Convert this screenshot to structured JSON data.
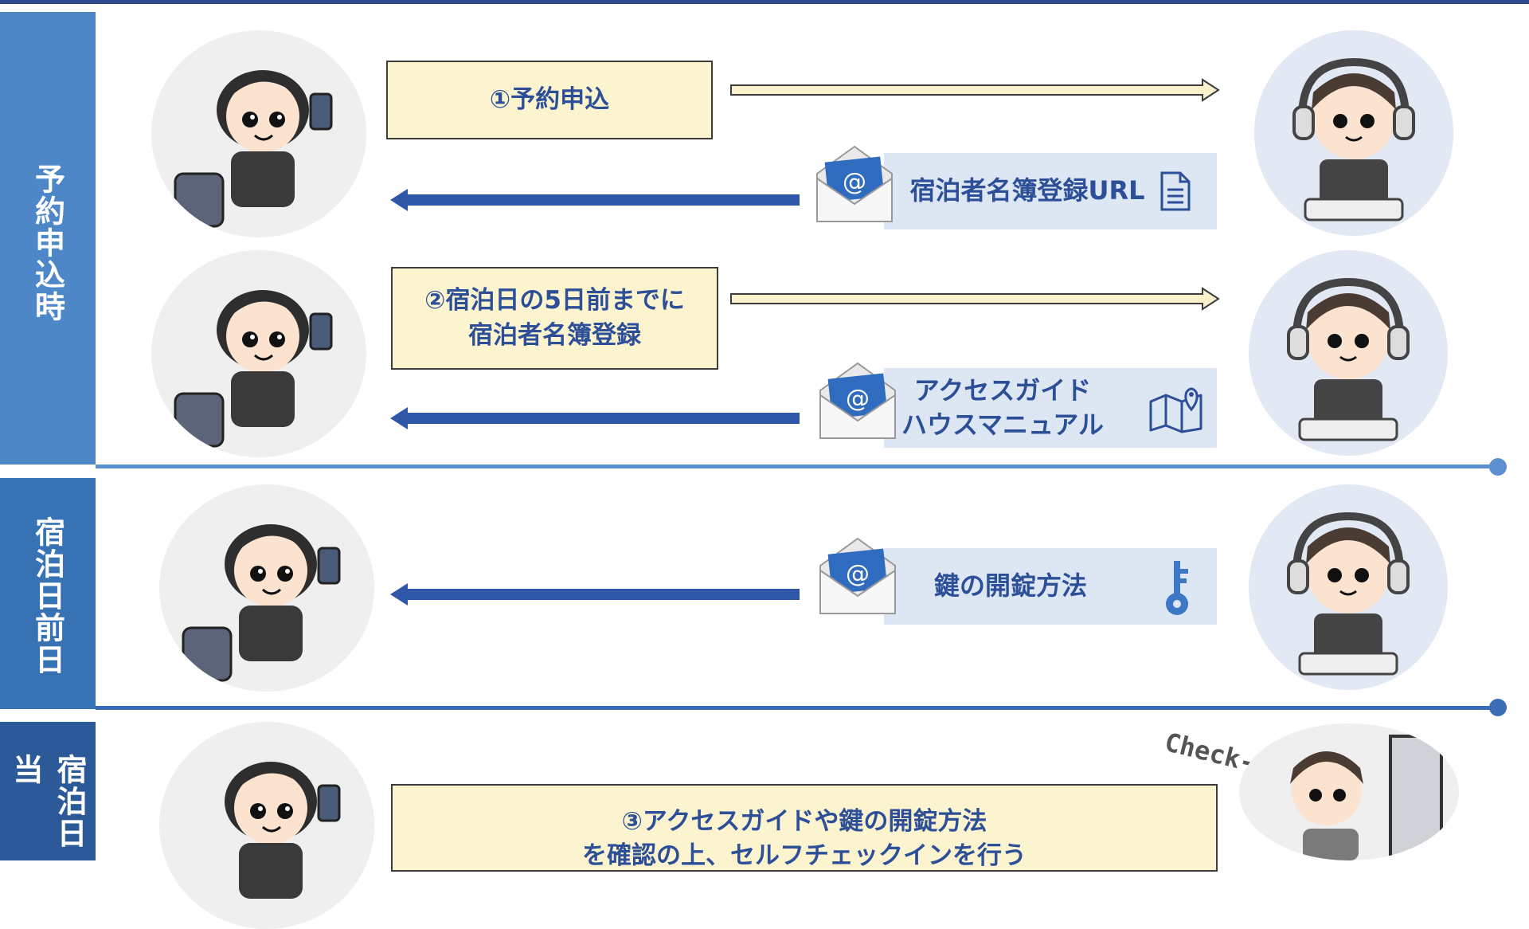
{
  "sections": [
    {
      "label": "予約申込時",
      "color": "#4e87c8"
    },
    {
      "label": "宿泊日前日",
      "color": "#3772b5"
    },
    {
      "label": "宿泊日当",
      "color": "#2c5a98"
    }
  ],
  "steps": {
    "step1": "①予約申込",
    "step2_line1": "②宿泊日の5日前までに",
    "step2_line2": "宿泊者名簿登録",
    "step3_line1": "③アクセスガイドや鍵の開錠方法",
    "step3_line2": "を確認の上、セルフチェックインを行う"
  },
  "emails": {
    "registration_url": "宿泊者名簿登録URL",
    "access_guide": "アクセスガイド",
    "house_manual": "ハウスマニュアル",
    "unlock_method": "鍵の開錠方法"
  },
  "checkin_label": "Check-in",
  "colors": {
    "accent_blue": "#2c4f98",
    "arrow_blue": "#2f57a8",
    "arrow_cream": "#fbf2cd",
    "box_cream": "#fcf3cf",
    "info_blue": "#dde7f4"
  },
  "icons": [
    "guest-avatar",
    "staff-avatar",
    "email-envelope-icon",
    "document-icon",
    "map-pin-icon",
    "key-icon",
    "door-icon"
  ]
}
